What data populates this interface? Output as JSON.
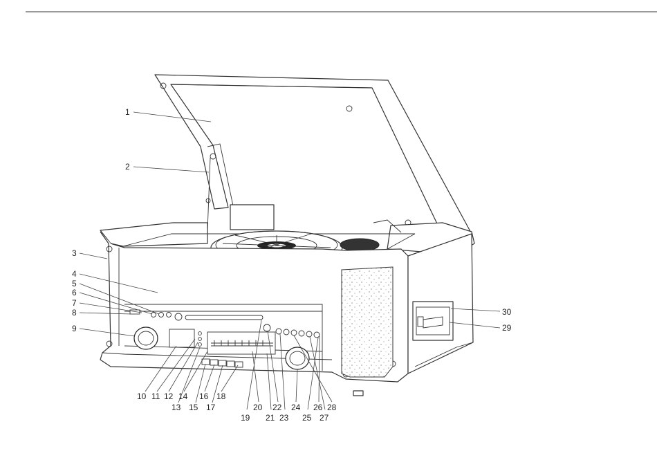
{
  "diagram": {
    "callouts": [
      {
        "n": "1"
      },
      {
        "n": "2"
      },
      {
        "n": "3"
      },
      {
        "n": "4"
      },
      {
        "n": "5"
      },
      {
        "n": "6"
      },
      {
        "n": "7"
      },
      {
        "n": "8"
      },
      {
        "n": "9"
      },
      {
        "n": "10"
      },
      {
        "n": "11"
      },
      {
        "n": "12"
      },
      {
        "n": "13"
      },
      {
        "n": "14"
      },
      {
        "n": "15"
      },
      {
        "n": "16"
      },
      {
        "n": "17"
      },
      {
        "n": "18"
      },
      {
        "n": "19"
      },
      {
        "n": "20"
      },
      {
        "n": "21"
      },
      {
        "n": "22"
      },
      {
        "n": "23"
      },
      {
        "n": "24"
      },
      {
        "n": "25"
      },
      {
        "n": "26"
      },
      {
        "n": "27"
      },
      {
        "n": "28"
      },
      {
        "n": "29"
      },
      {
        "n": "30"
      }
    ]
  }
}
